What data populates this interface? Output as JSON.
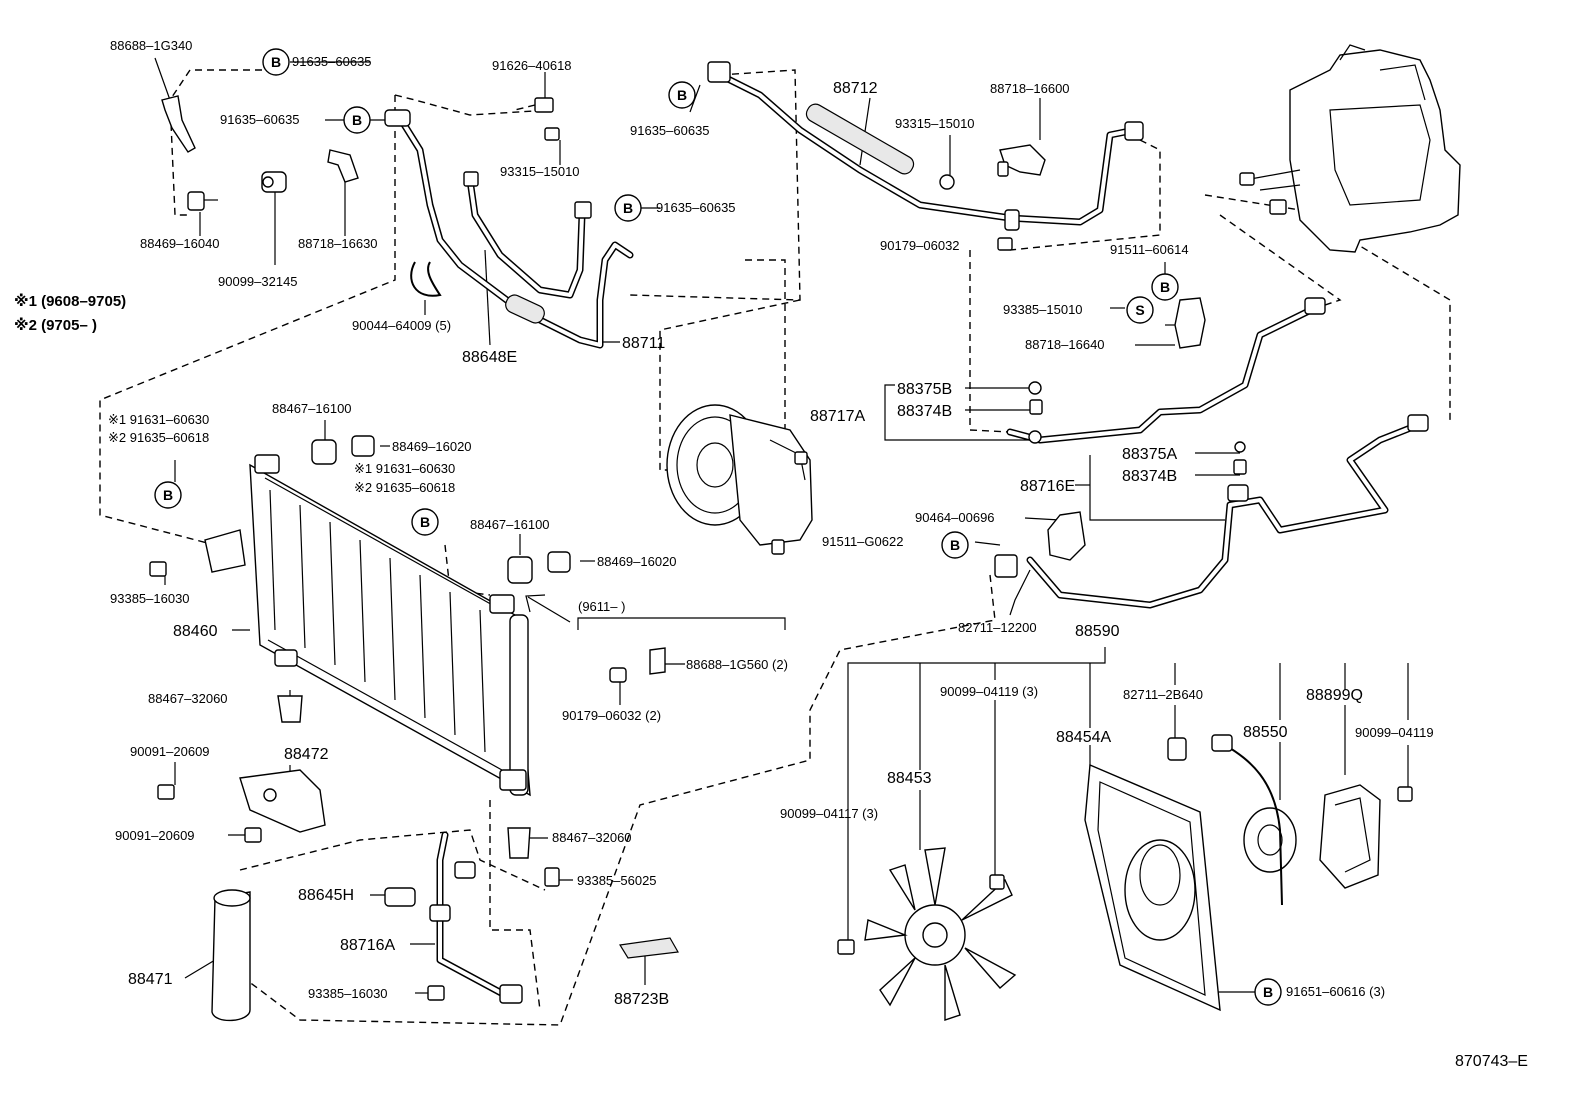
{
  "legend": {
    "note1": "※1  (9608–9705)",
    "note2": "※2  (9705–        )"
  },
  "markers": {
    "b": "B",
    "s": "S"
  },
  "labels": {
    "p88688_1G340": "88688–1G340",
    "p91635_60635_a": "91635–60635",
    "p91635_60635_b": "91635–60635",
    "p91626_40618": "91626–40618",
    "p93315_15010_a": "93315–15010",
    "p88469_16040": "88469–16040",
    "p88718_16630": "88718–16630",
    "p90099_32145": "90099–32145",
    "p90044_64009": "90044–64009 (5)",
    "p88648E": "88648E",
    "p88711": "88711",
    "p91635_60635_c": "91635–60635",
    "p91635_60635_d": "91635–60635",
    "p88712": "88712",
    "p88718_16600": "88718–16600",
    "p93315_15010_b": "93315–15010",
    "p90179_06032_a": "90179–06032",
    "p91511_60614": "91511–60614",
    "p93385_15010": "93385–15010",
    "p88718_16640": "88718–16640",
    "p88375B": "88375B",
    "p88374B_a": "88374B",
    "p88717A": "88717A",
    "p88375A": "88375A",
    "p88374B_b": "88374B",
    "p88716E": "88716E",
    "p90464_00696": "90464–00696",
    "p91511_G0622": "91511–G0622",
    "p82711_12200": "82711–12200",
    "p88590": "88590",
    "p90099_04119_3": "90099–04119 (3)",
    "p82711_2B640": "82711–2B640",
    "p88899Q": "88899Q",
    "p88454A": "88454A",
    "p88550": "88550",
    "p90099_04119": "90099–04119",
    "p88453": "88453",
    "p90099_04117": "90099–04117 (3)",
    "p91651_60616": "91651–60616 (3)",
    "p91631_60630_a": "※1 91631–60630",
    "p91635_60618_a": "※2 91635–60618",
    "p88467_16100_a": "88467–16100",
    "p88469_16020_a": "88469–16020",
    "p91631_60630_b": "※1 91631–60630",
    "p91635_60618_b": "※2 91635–60618",
    "p88467_16100_b": "88467–16100",
    "p88469_16020_b": "88469–16020",
    "p93385_16030_a": "93385–16030",
    "p9611": "(9611–          )",
    "p88460": "88460",
    "p88688_1G560": "88688–1G560 (2)",
    "p90179_06032_b": "90179–06032 (2)",
    "p88467_32060_a": "88467–32060",
    "p90091_20609_a": "90091–20609",
    "p88472": "88472",
    "p90091_20609_b": "90091–20609",
    "p88467_32060_b": "88467–32060",
    "p93385_56025": "93385–56025",
    "p88645H": "88645H",
    "p88716A": "88716A",
    "p88471": "88471",
    "p93385_16030_b": "93385–16030",
    "p88723B": "88723B",
    "figure_code": "870743–E"
  }
}
